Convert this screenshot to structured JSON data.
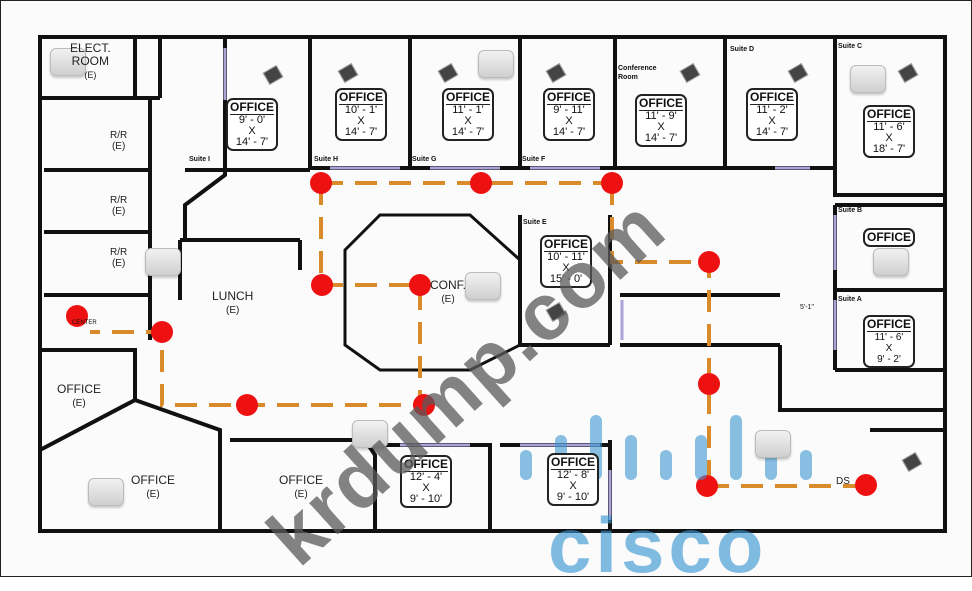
{
  "suite_labels": [
    "Suite I",
    "Suite H",
    "Suite G",
    "Suite F",
    "Suite D",
    "Suite C",
    "Suite B",
    "Suite A",
    "Suite E"
  ],
  "rooms": {
    "elec_room": [
      "ELECT.",
      "ROOM",
      "(E)"
    ],
    "restroom": [
      "R/R",
      "(E)"
    ],
    "lunch": [
      "LUNCH",
      "(E)"
    ],
    "conf": [
      "CONF.",
      "(E)"
    ],
    "office_w": [
      "OFFICE",
      "(E)"
    ],
    "office_sw": [
      "OFFICE",
      "(E)"
    ],
    "office_s": [
      "OFFICE",
      "(E)"
    ],
    "center_small": "CENTER",
    "ds": "DS",
    "conference_room": "Conference Room"
  },
  "offices": [
    {
      "title": "OFFICE",
      "w": "9' - 0'",
      "x": "X",
      "h": "14' - 7'"
    },
    {
      "title": "OFFICE",
      "w": "10' - 1'",
      "x": "X",
      "h": "14' - 7'"
    },
    {
      "title": "OFFICE",
      "w": "11' - 1'",
      "x": "X",
      "h": "14' - 7'"
    },
    {
      "title": "OFFICE",
      "w": "9' - 11'",
      "x": "X",
      "h": "14' - 7'"
    },
    {
      "title": "OFFICE",
      "w": "11' - 9'",
      "x": "X",
      "h": "14' - 7'"
    },
    {
      "title": "OFFICE",
      "w": "11' - 2'",
      "x": "X",
      "h": "14' - 7'"
    },
    {
      "title": "OFFICE",
      "w": "11' - 6'",
      "x": "X",
      "h": "18' - 7'"
    },
    {
      "title": "OFFICE"
    },
    {
      "title": "OFFICE",
      "w": "11' - 6'",
      "x": "X",
      "h": "9' - 2'"
    },
    {
      "title": "OFFICE",
      "w": "10' - 11'",
      "x": "X",
      "h": "15' - 0'"
    },
    {
      "title": "OFFICE",
      "w": "12' - 4'",
      "x": "X",
      "h": "9' - 10'"
    },
    {
      "title": "OFFICE",
      "w": "12' - 8'",
      "x": "X",
      "h": "9' - 10'"
    }
  ],
  "dimension_note": "5'-1\"",
  "watermark": "krdump.com",
  "logo": "cisco",
  "colors": {
    "wall": "#111111",
    "window": "#a9a3d6",
    "cable": "#d98a2b",
    "node": "#ee1111",
    "cisco": "#3c96d2"
  }
}
